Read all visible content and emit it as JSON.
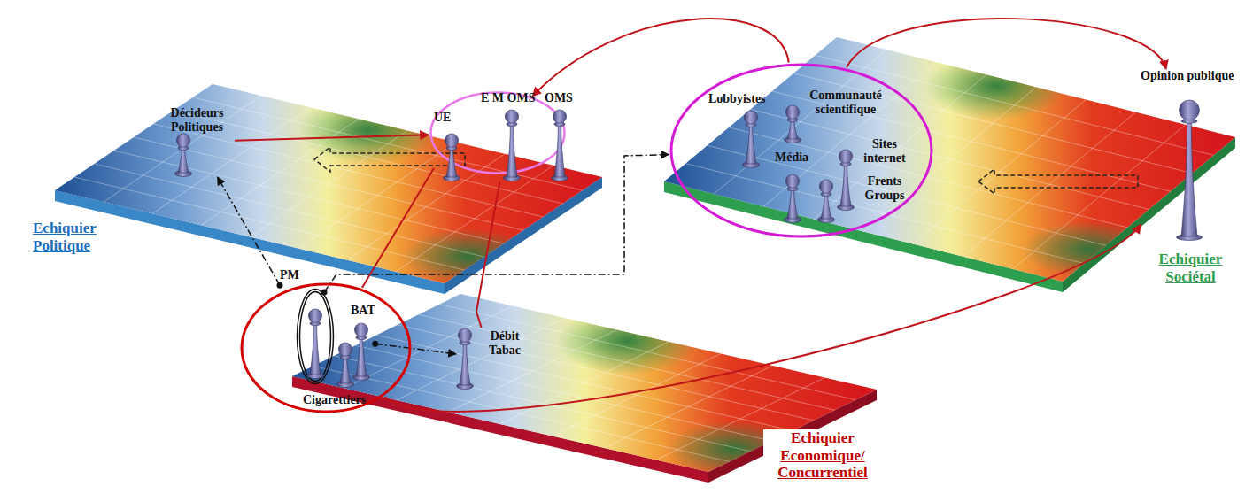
{
  "diagram": {
    "nodes": [
      {
        "text": [
          "Echiquier Politique"
        ]
      },
      {
        "text": [
          "Décideurs Politiques"
        ],
        "in": 0
      },
      {
        "text": [],
        "in": 0
      },
      {
        "text": [
          "UE"
        ],
        "in": 2
      },
      {
        "text": [
          "E M OMS"
        ],
        "in": 2
      },
      {
        "text": [
          "OMS"
        ],
        "in": 2
      },
      {
        "text": [
          "Echiquier Sociétal"
        ]
      },
      {
        "text": [],
        "in": 6
      },
      {
        "text": [
          "Lobbyistes"
        ],
        "in": 7
      },
      {
        "text": [
          "Communauté scientifique"
        ],
        "in": 7
      },
      {
        "text": [
          "Média"
        ],
        "in": 7
      },
      {
        "text": [
          "Sites internet"
        ],
        "in": 7
      },
      {
        "text": [
          "Frents Groups"
        ],
        "in": 7
      },
      {
        "text": [
          "Opinion publique"
        ],
        "in": 6
      },
      {
        "text": [
          "Echiquier Economique/ Concurrentiel"
        ]
      },
      {
        "text": [],
        "in": 14
      },
      {
        "text": [],
        "in": 15
      },
      {
        "text": [
          "PM"
        ],
        "in": 16
      },
      {
        "text": [
          "BAT"
        ],
        "in": 15
      },
      {
        "text": [
          "Cigarettiers"
        ],
        "in": 15
      },
      {
        "text": [
          "Débit Tabac"
        ],
        "in": 14
      }
    ],
    "edges": [
      {
        "from": 1,
        "to": 2,
        "arrow": "to"
      },
      {
        "from": 7,
        "to": 2,
        "arrow": "to"
      },
      {
        "from": 7,
        "to": 13,
        "arrow": "to"
      },
      {
        "from": 17,
        "to": 1,
        "arrow": "to"
      },
      {
        "from": 17,
        "to": 7,
        "arrow": "to"
      },
      {
        "from": 18,
        "to": 20,
        "arrow": "to"
      },
      {
        "from": 15,
        "to": 3,
        "arrow": "none"
      },
      {
        "from": 20,
        "to": 4,
        "arrow": "none"
      },
      {
        "from": 15,
        "to": 13,
        "arrow": "to"
      }
    ]
  }
}
